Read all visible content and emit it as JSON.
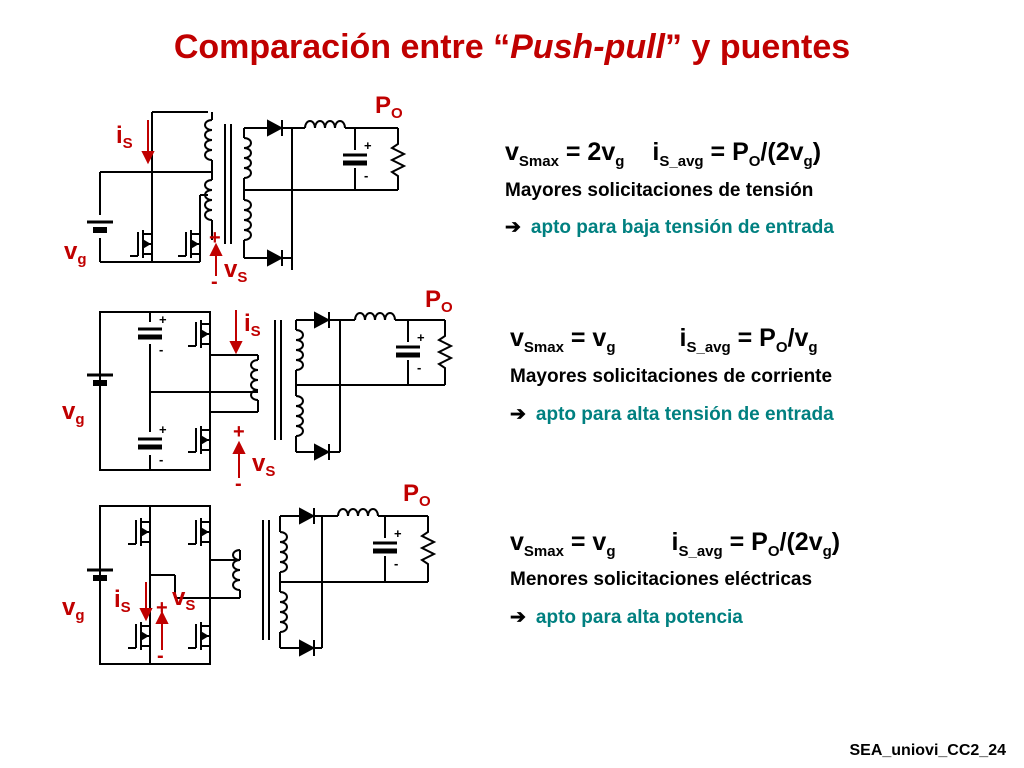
{
  "title": {
    "pre": "Comparación entre “",
    "italic": "Push-pull",
    "post": "” y puentes"
  },
  "circuits": [
    {
      "po": {
        "main": "P",
        "sub": "O"
      },
      "is": {
        "main": "i",
        "sub": "S"
      },
      "vs": {
        "main": "v",
        "sub": "S"
      },
      "vg": {
        "main": "v",
        "sub": "g"
      },
      "plus": "+",
      "minus": "-",
      "eq": {
        "v_main": "v",
        "v_sub": "Smax",
        "v_rhs": " = 2v",
        "v_rhs_sub": "g",
        "i_main": "i",
        "i_sub": "S_avg",
        "i_rhs": " = P",
        "i_rhs_sub": "O",
        "i_mid": "/(2v",
        "i_mid_sub": "g",
        "i_end": ")"
      },
      "desc": "Mayores solicitaciones de tensión",
      "arrow": "➔",
      "apt": "apto para baja tensión de entrada"
    },
    {
      "po": {
        "main": "P",
        "sub": "O"
      },
      "is": {
        "main": "i",
        "sub": "S"
      },
      "vs": {
        "main": "v",
        "sub": "S"
      },
      "vg": {
        "main": "v",
        "sub": "g"
      },
      "plus": "+",
      "minus": "-",
      "eq": {
        "v_main": "v",
        "v_sub": "Smax",
        "v_rhs": " = v",
        "v_rhs_sub": "g",
        "i_main": "i",
        "i_sub": "S_avg",
        "i_rhs": " = P",
        "i_rhs_sub": "O",
        "i_mid": "/v",
        "i_mid_sub": "g",
        "i_end": ""
      },
      "desc": "Mayores solicitaciones de corriente",
      "arrow": "➔",
      "apt": "apto para alta tensión de entrada"
    },
    {
      "po": {
        "main": "P",
        "sub": "O"
      },
      "is": {
        "main": "i",
        "sub": "S"
      },
      "vs": {
        "main": "v",
        "sub": "S"
      },
      "vg": {
        "main": "v",
        "sub": "g"
      },
      "plus": "+",
      "minus": "-",
      "eq": {
        "v_main": "v",
        "v_sub": "Smax",
        "v_rhs": " = v",
        "v_rhs_sub": "g",
        "i_main": "i",
        "i_sub": "S_avg",
        "i_rhs": " = P",
        "i_rhs_sub": "O",
        "i_mid": "/(2v",
        "i_mid_sub": "g",
        "i_end": ")"
      },
      "desc": "Menores solicitaciones eléctricas",
      "arrow": "➔",
      "apt": "apto para alta potencia"
    }
  ],
  "footer": "SEA_uniovi_CC2_24",
  "colors": {
    "title": "#c00000",
    "label": "#c00000",
    "apt": "#008080",
    "text": "#000000"
  }
}
